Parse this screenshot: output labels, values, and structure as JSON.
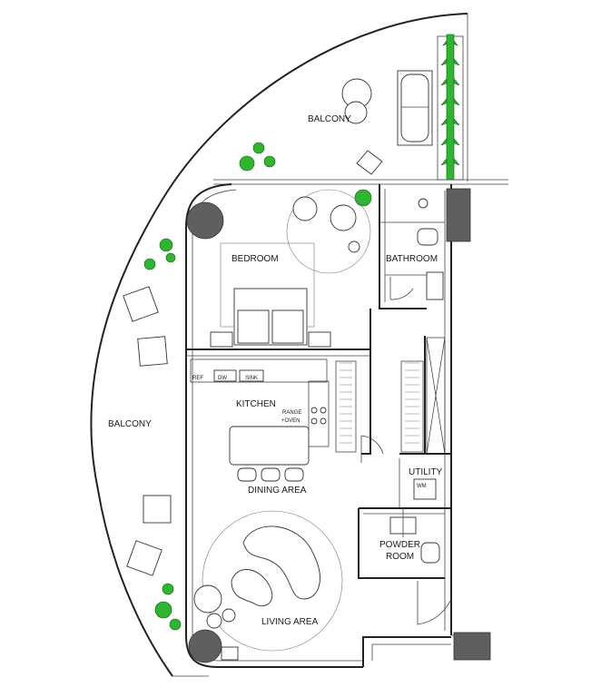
{
  "rooms": {
    "balcony_top": "BALCONY",
    "balcony_left": "BALCONY",
    "bedroom": "BEDROOM",
    "bathroom": "BATHROOM",
    "kitchen": "KITCHEN",
    "utility": "UTILITY",
    "dining": "DINING AREA",
    "powder": "POWDER",
    "powder_2": "ROOM",
    "living": "LIVING AREA"
  },
  "fixtures": {
    "ref": "REF",
    "dw": "DW",
    "sink": "SINK",
    "range": "RANGE",
    "range_2": "+OVEN",
    "wm": "WM"
  },
  "colors": {
    "wall": "#222222",
    "column": "#5f5f5f",
    "plant": "#2fb52f"
  }
}
